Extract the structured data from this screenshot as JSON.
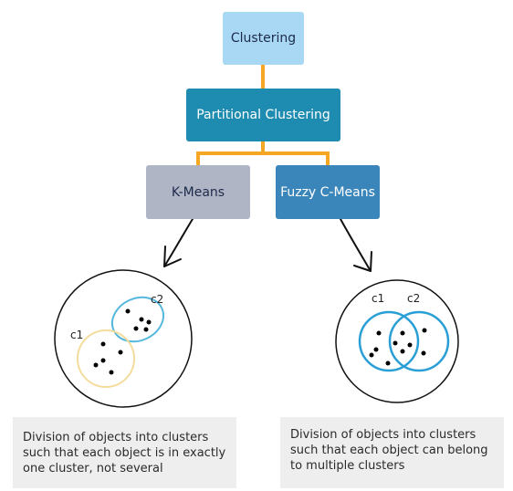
{
  "diagram": {
    "nodes": {
      "root": "Clustering",
      "partitional": "Partitional Clustering",
      "kmeans": "K-Means",
      "fuzzy": "Fuzzy C-Means"
    },
    "kmeans_example": {
      "cluster1_label": "c1",
      "cluster2_label": "c2",
      "caption": "Division of objects into clusters such that each object is in exactly one cluster, not several"
    },
    "fuzzy_example": {
      "cluster1_label": "c1",
      "cluster2_label": "c2",
      "caption": "Division of objects into clusters such that each object can belong to multiple clusters"
    },
    "colors": {
      "connector": "#f5a623",
      "cluster_yellow": "#f3dc9c",
      "cluster_blue": "#55b8dc",
      "fuzzy_blue": "#2a9fd6"
    }
  }
}
